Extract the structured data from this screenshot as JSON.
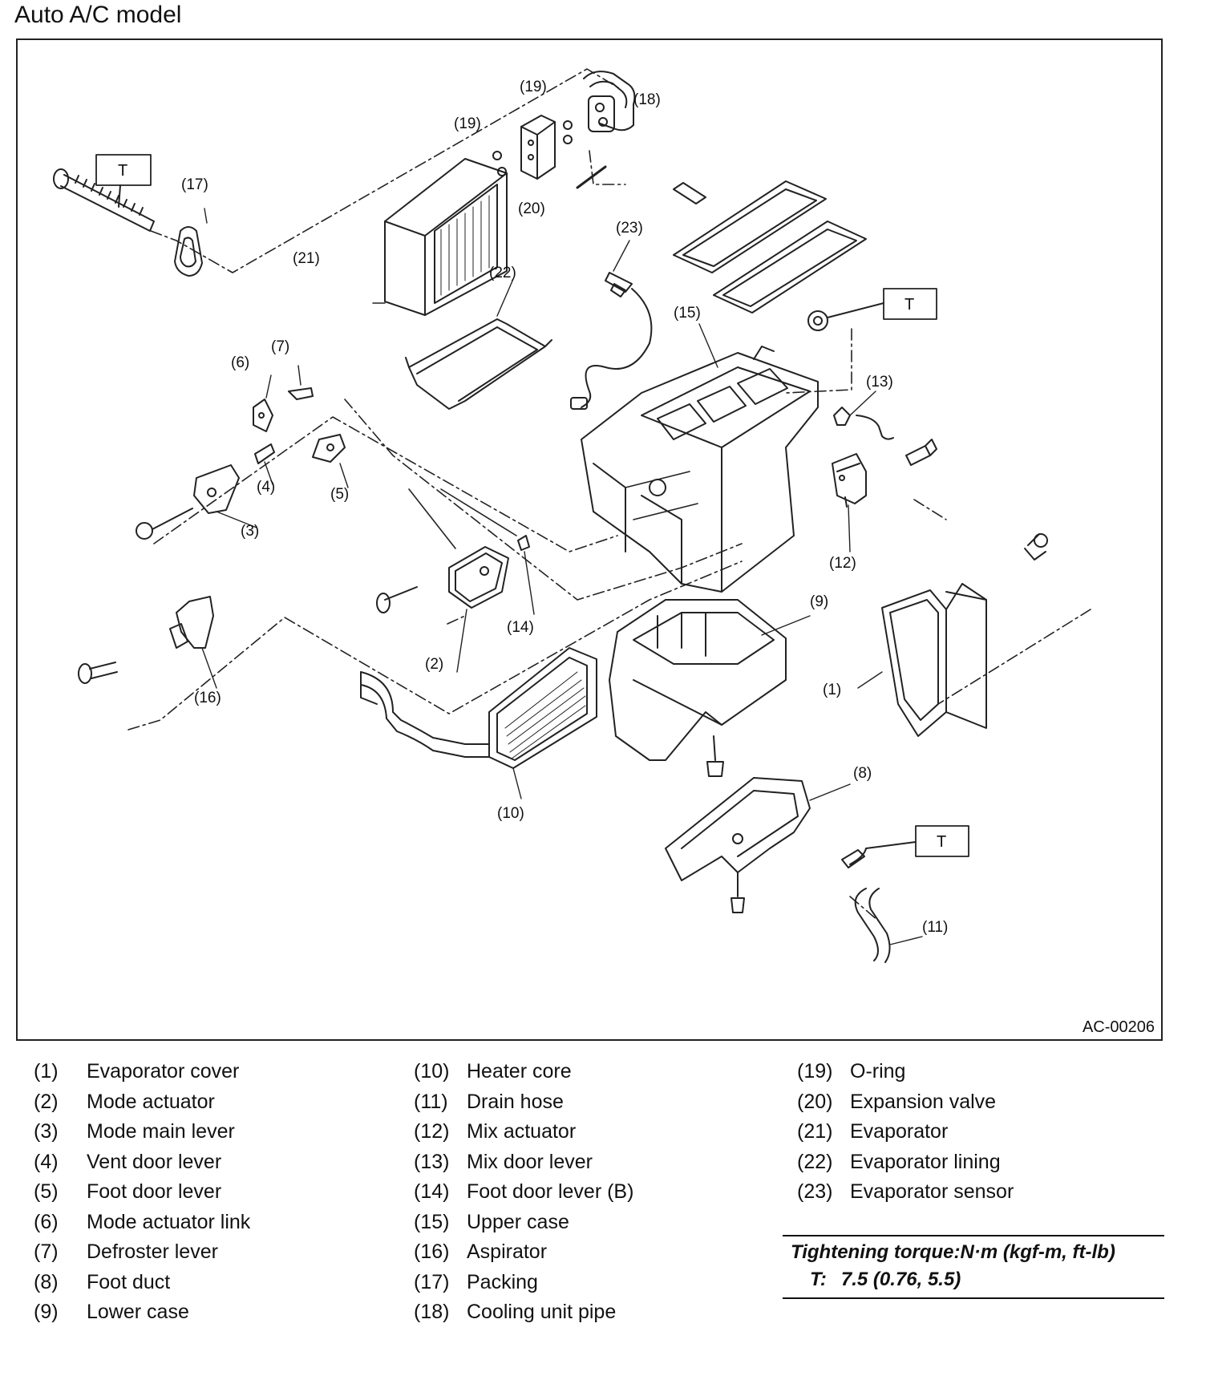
{
  "title": "Auto A/C model",
  "figure_id": "AC-00206",
  "callouts": [
    "(1)",
    "(2)",
    "(3)",
    "(4)",
    "(5)",
    "(6)",
    "(7)",
    "(8)",
    "(9)",
    "(10)",
    "(11)",
    "(12)",
    "(13)",
    "(14)",
    "(15)",
    "(16)",
    "(17)",
    "(18)",
    "(19)",
    "(20)",
    "(21)",
    "(22)",
    "(23)"
  ],
  "torque_tag": "T",
  "legend": [
    {
      "num": "(1)",
      "name": "Evaporator cover"
    },
    {
      "num": "(2)",
      "name": "Mode actuator"
    },
    {
      "num": "(3)",
      "name": "Mode main lever"
    },
    {
      "num": "(4)",
      "name": "Vent door lever"
    },
    {
      "num": "(5)",
      "name": "Foot door lever"
    },
    {
      "num": "(6)",
      "name": "Mode actuator link"
    },
    {
      "num": "(7)",
      "name": "Defroster lever"
    },
    {
      "num": "(8)",
      "name": "Foot duct"
    },
    {
      "num": "(9)",
      "name": "Lower case"
    },
    {
      "num": "(10)",
      "name": "Heater core"
    },
    {
      "num": "(11)",
      "name": "Drain hose"
    },
    {
      "num": "(12)",
      "name": "Mix actuator"
    },
    {
      "num": "(13)",
      "name": "Mix door lever"
    },
    {
      "num": "(14)",
      "name": "Foot door lever (B)"
    },
    {
      "num": "(15)",
      "name": "Upper case"
    },
    {
      "num": "(16)",
      "name": "Aspirator"
    },
    {
      "num": "(17)",
      "name": "Packing"
    },
    {
      "num": "(18)",
      "name": "Cooling unit pipe"
    },
    {
      "num": "(19)",
      "name": "O-ring"
    },
    {
      "num": "(20)",
      "name": "Expansion valve"
    },
    {
      "num": "(21)",
      "name": "Evaporator"
    },
    {
      "num": "(22)",
      "name": "Evaporator lining"
    },
    {
      "num": "(23)",
      "name": "Evaporator sensor"
    }
  ],
  "torque": {
    "heading": "Tightening torque:N·m (kgf-m, ft-lb)",
    "symbol": "T:",
    "value": "7.5 (0.76, 5.5)"
  }
}
